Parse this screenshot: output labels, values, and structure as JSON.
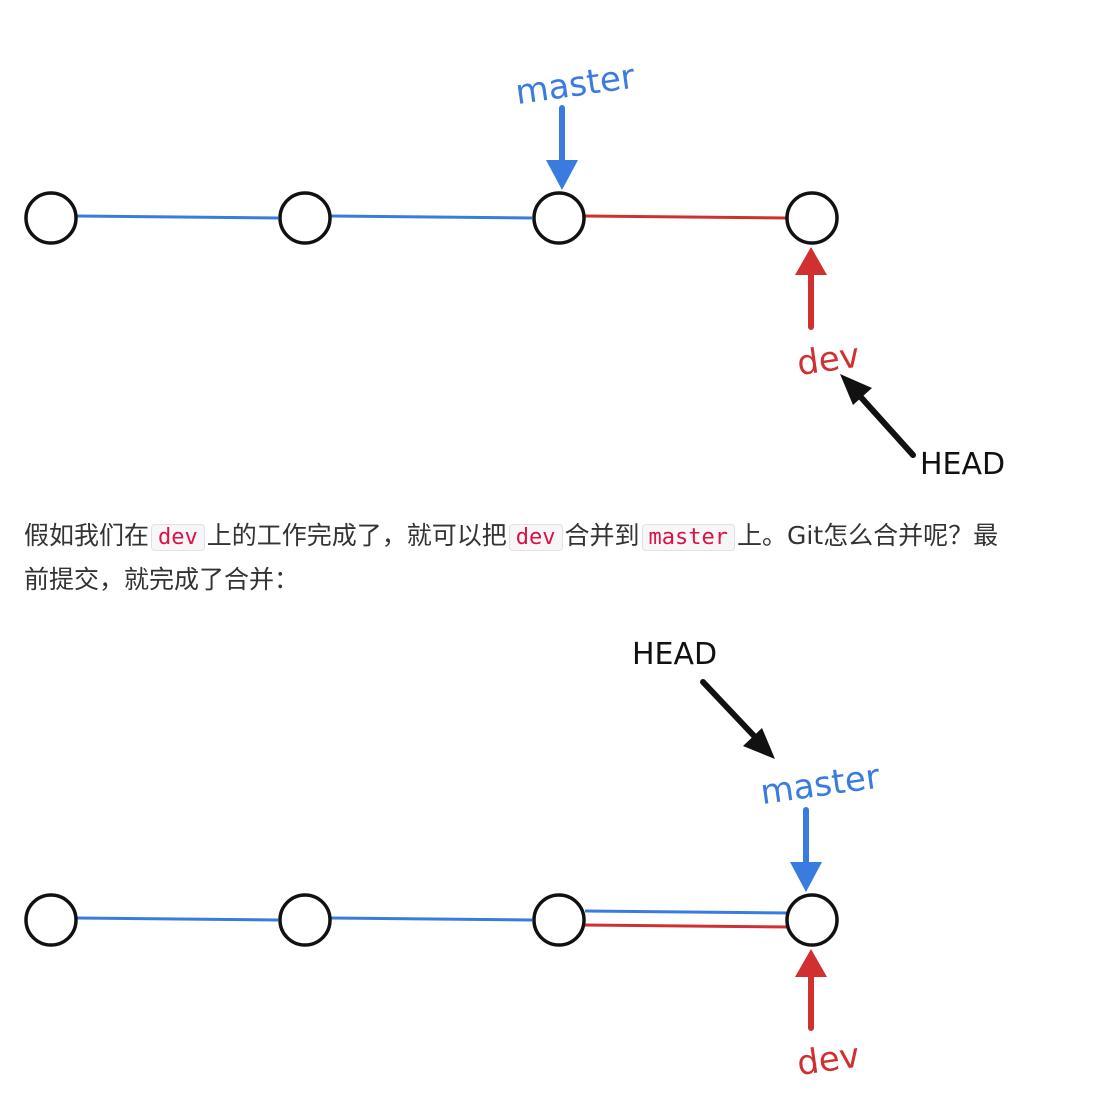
{
  "diagram_before": {
    "labels": {
      "master": "master",
      "dev": "dev",
      "head": "HEAD"
    },
    "colors": {
      "master": "#3a7be0",
      "dev": "#d03030",
      "head": "#111111",
      "node_stroke": "#111111"
    },
    "node_count": 4
  },
  "paragraph": {
    "line1": [
      {
        "type": "text",
        "value": "假如我们在"
      },
      {
        "type": "code",
        "value": "dev"
      },
      {
        "type": "text",
        "value": "上的工作完成了，就可以把"
      },
      {
        "type": "code",
        "value": "dev"
      },
      {
        "type": "text",
        "value": "合并到"
      },
      {
        "type": "code",
        "value": "master"
      },
      {
        "type": "text",
        "value": "上。Git怎么合并呢？最"
      }
    ],
    "line2": "前提交，就完成了合并："
  },
  "diagram_after": {
    "labels": {
      "master": "master",
      "dev": "dev",
      "head": "HEAD"
    },
    "colors": {
      "master": "#3a7be0",
      "dev": "#d03030",
      "head": "#111111",
      "node_stroke": "#111111"
    },
    "node_count": 4
  }
}
